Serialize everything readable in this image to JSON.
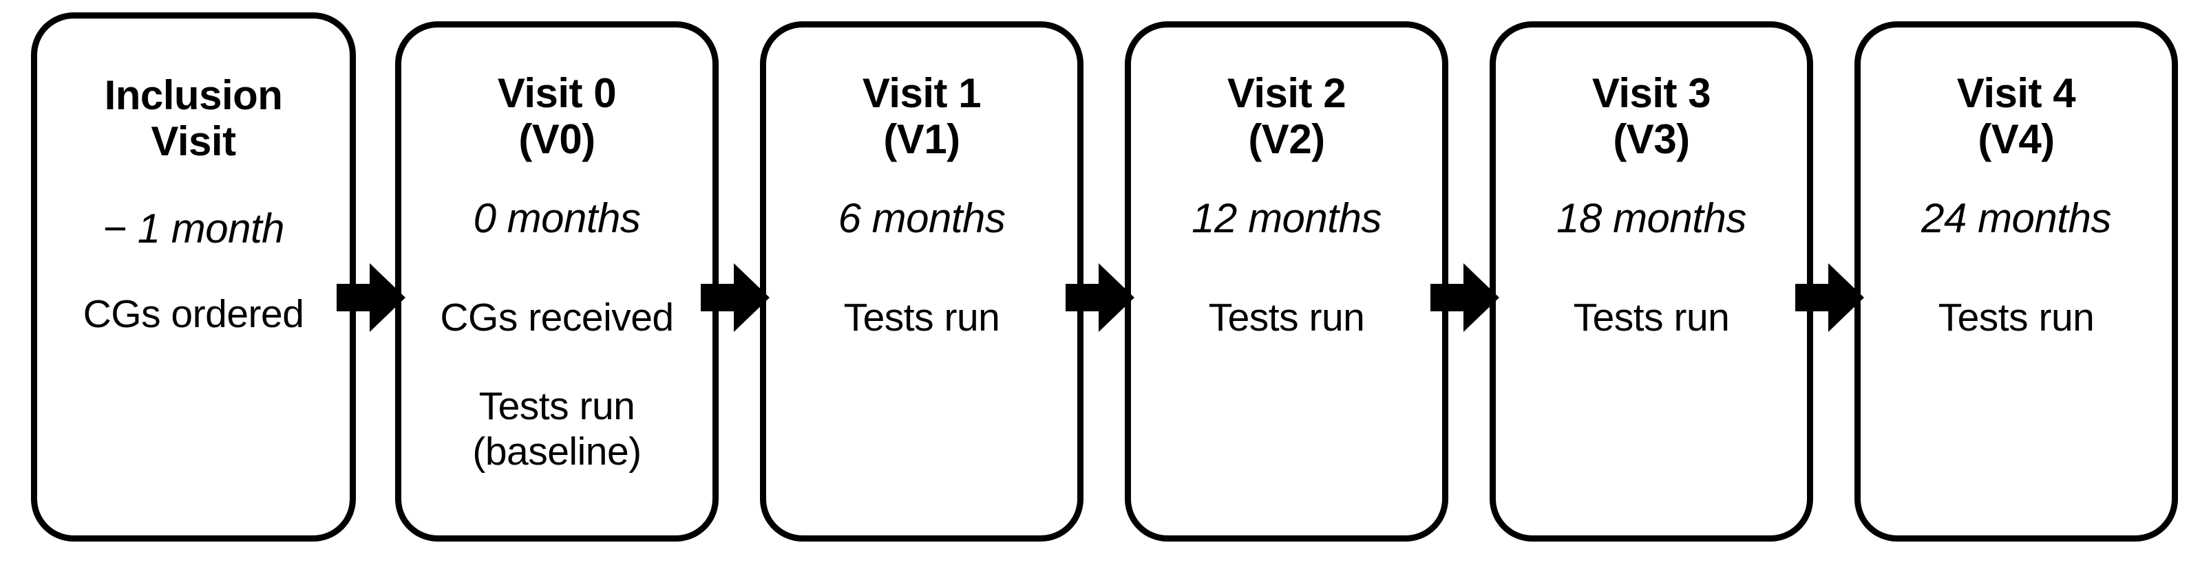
{
  "diagram": {
    "type": "study-visit-timeline-flowchart",
    "orientation": "horizontal",
    "node_count": 6,
    "arrow_count": 5,
    "colors": {
      "stroke": "#000000",
      "fill": "#ffffff",
      "arrow": "#000000",
      "text": "#000000"
    },
    "nodes": [
      {
        "id": "inclusion-visit",
        "title": "Inclusion\nVisit",
        "time": "− 1 month",
        "activity": "CGs ordered"
      },
      {
        "id": "visit-0",
        "title": "Visit 0\n(V0)",
        "time": "0 months",
        "activity": "CGs received",
        "activity2": "Tests run\n(baseline)"
      },
      {
        "id": "visit-1",
        "title": "Visit 1\n(V1)",
        "time": "6 months",
        "activity": "Tests run"
      },
      {
        "id": "visit-2",
        "title": "Visit 2\n(V2)",
        "time": "12 months",
        "activity": "Tests run"
      },
      {
        "id": "visit-3",
        "title": "Visit 3\n(V3)",
        "time": "18 months",
        "activity": "Tests run"
      },
      {
        "id": "visit-4",
        "title": "Visit 4\n(V4)",
        "time": "24 months",
        "activity": "Tests run"
      }
    ],
    "arrows": [
      {
        "id": "arrow-1",
        "from": "inclusion-visit",
        "to": "visit-0",
        "glyph": "block-arrow-right"
      },
      {
        "id": "arrow-2",
        "from": "visit-0",
        "to": "visit-1",
        "glyph": "block-arrow-right"
      },
      {
        "id": "arrow-3",
        "from": "visit-1",
        "to": "visit-2",
        "glyph": "block-arrow-right"
      },
      {
        "id": "arrow-4",
        "from": "visit-2",
        "to": "visit-3",
        "glyph": "block-arrow-right"
      },
      {
        "id": "arrow-5",
        "from": "visit-3",
        "to": "visit-4",
        "glyph": "block-arrow-right"
      }
    ]
  }
}
